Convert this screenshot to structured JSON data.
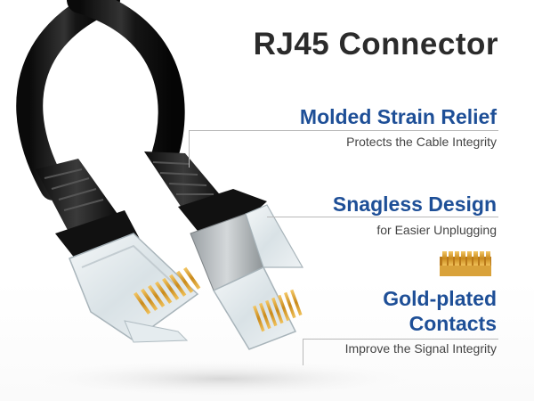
{
  "heading": "RJ45 Connector",
  "accent_color": "#1e4f97",
  "features": [
    {
      "title": "Molded Strain Relief",
      "subtitle": "Protects the Cable Integrity",
      "icon": ""
    },
    {
      "title": "Snagless Design",
      "subtitle": "for Easier Unplugging",
      "icon": ""
    },
    {
      "title_line1": "Gold-plated",
      "title_line2": "Contacts",
      "subtitle": "Improve the Signal Integrity",
      "icon": "gold-contacts-icon"
    }
  ]
}
